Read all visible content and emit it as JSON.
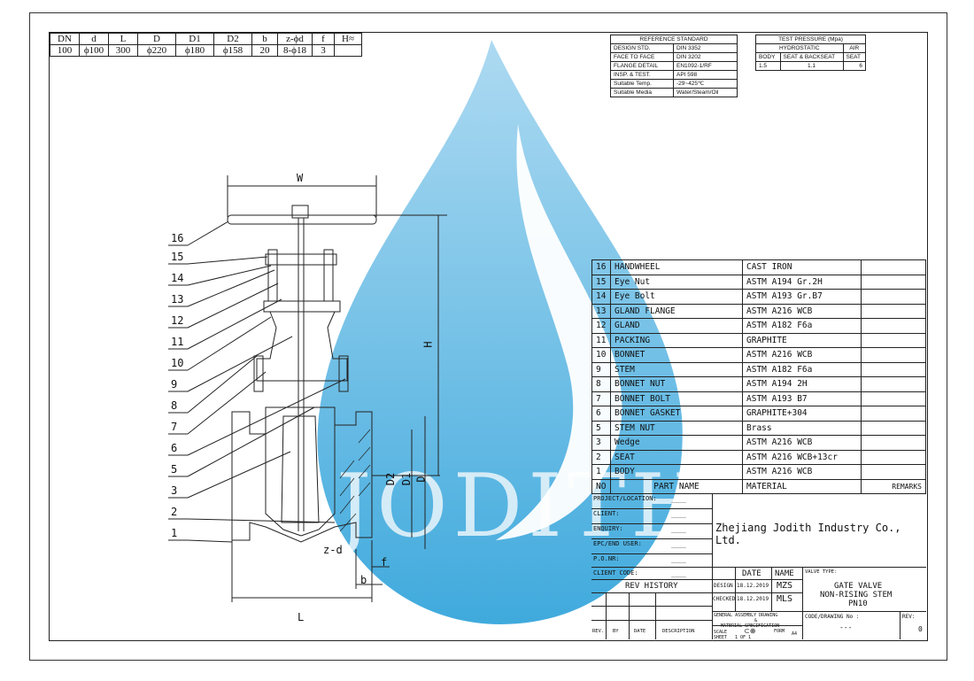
{
  "dimensions_table": {
    "headers": [
      "DN",
      "d",
      "L",
      "D",
      "D1",
      "D2",
      "b",
      "z-ϕd",
      "f",
      "H≈"
    ],
    "values": [
      "100",
      "ϕ100",
      "300",
      "ϕ220",
      "ϕ180",
      "ϕ158",
      "20",
      "8-ϕ18",
      "3",
      ""
    ]
  },
  "reference_standard": {
    "title": "REFERENCE STANDARD",
    "rows": [
      [
        "DESIGN STD.",
        "DIN 3352"
      ],
      [
        "FACE TO FACE",
        "DIN 3202"
      ],
      [
        "FLANGE DETAIL",
        "EN1092-1/RF"
      ],
      [
        "INSP. & TEST.",
        "API 598"
      ],
      [
        "Suitable Temp.",
        "-29~425℃"
      ],
      [
        "Suitable Media",
        "Water/Steam/Oil"
      ]
    ]
  },
  "test_pressure": {
    "title": "TEST PRESSURE (Mpa)",
    "hydrostatic": "HYDROSTATIC",
    "air": "AIR",
    "cols": [
      "BODY",
      "SEAT & BACKSEAT",
      "SEAT"
    ],
    "vals": [
      "1.5",
      "1.1",
      "6"
    ]
  },
  "bom": {
    "rows": [
      [
        "16",
        "HANDWHEEL",
        "CAST IRON"
      ],
      [
        "15",
        "Eye Nut",
        "ASTM A194 Gr.2H"
      ],
      [
        "14",
        "Eye Bolt",
        "ASTM A193 Gr.B7"
      ],
      [
        "13",
        "GLAND FLANGE",
        "ASTM A216 WCB"
      ],
      [
        "12",
        "GLAND",
        "ASTM A182 F6a"
      ],
      [
        "11",
        "PACKING",
        "GRAPHITE"
      ],
      [
        "10",
        "BONNET",
        "ASTM A216 WCB"
      ],
      [
        "9",
        "STEM",
        "ASTM A182 F6a"
      ],
      [
        "8",
        "BONNET NUT",
        "ASTM A194 2H"
      ],
      [
        "7",
        "BONNET BOLT",
        "ASTM A193 B7"
      ],
      [
        "6",
        "BONNET GASKET",
        "GRAPHITE+304"
      ],
      [
        "5",
        "STEM NUT",
        "Brass"
      ],
      [
        "3",
        "Wedge",
        "ASTM A216 WCB"
      ],
      [
        "2",
        "SEAT",
        "ASTM A216 WCB+13cr"
      ],
      [
        "1",
        "BODY",
        "ASTM A216 WCB"
      ]
    ],
    "header": {
      "no": "NO",
      "name": "PART NAME",
      "material": "MATERIAL",
      "remarks": "REMARKS"
    }
  },
  "title_block": {
    "project": "PROJECT/LOCATION:",
    "client": "CLIENT:",
    "enquiry": "ENQUIRY:",
    "epc": "EPC/END USER:",
    "po": "P.O.NR:",
    "client_code": "CLIENT CODE:",
    "blank": "____",
    "company": "Zhejiang Jodith Industry Co., Ltd.",
    "rev_history": "REV HISTORY",
    "rev": "REV.",
    "by": "BY",
    "date": "DATE",
    "description": "DESCRIPTION",
    "date_h": "DATE",
    "name_h": "NAME",
    "design": "DESIGN",
    "checked": "CHECKED",
    "design_date": "18.12.2019",
    "checked_date": "18.12.2019",
    "design_name": "MZS",
    "checked_name": "MLS",
    "gad1": "GENERAL ASSEMBLY DRAWING",
    "gad2": "&",
    "gad3": "MATERIAL SPECIFICATION",
    "scale": "SCALE",
    "form": "FORM",
    "form_val": "A4",
    "sheet": "SHEET",
    "sheet_of": "1   OF   1",
    "valve_type": "VALVE TYPE:",
    "valve1": "GATE VALVE",
    "valve2": "NON-RISING STEM",
    "valve3": "PN10",
    "code_label": "CODE/DRAWING No :",
    "code_val": "---",
    "rev_label": "REV:",
    "rev_val": "0"
  },
  "drawing": {
    "callouts": [
      "16",
      "15",
      "14",
      "13",
      "12",
      "11",
      "10",
      "9",
      "8",
      "7",
      "6",
      "5",
      "3",
      "2",
      "1"
    ],
    "dims": {
      "W": "W",
      "H": "H",
      "L": "L",
      "b": "b",
      "f": "f",
      "zd": "z-d",
      "D2": "D2",
      "D1": "D1",
      "D": "D"
    }
  },
  "watermark": {
    "text": "JODITH",
    "color": "#1e9bd7"
  }
}
